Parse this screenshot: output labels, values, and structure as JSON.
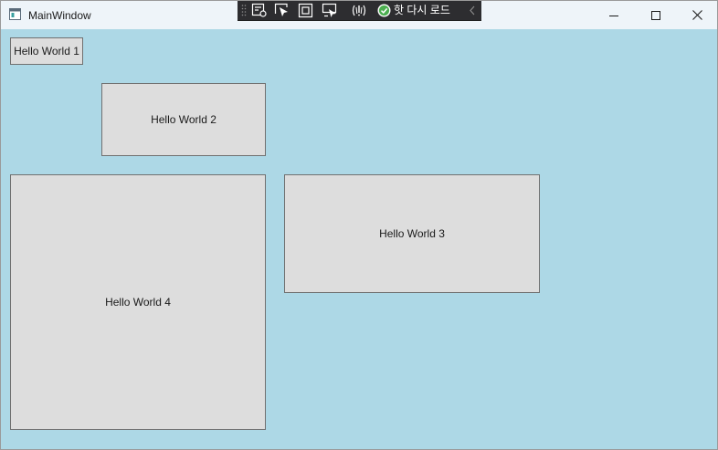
{
  "window": {
    "title": "MainWindow",
    "icon": "app-window-icon",
    "background": "#add8e6"
  },
  "caption_buttons": {
    "minimize_icon": "minimize-icon",
    "maximize_icon": "maximize-icon",
    "close_icon": "close-icon"
  },
  "devtools_toolbar": {
    "tools": [
      "live-visual-tree-icon",
      "select-element-icon",
      "display-layout-adorners-icon",
      "track-focus-icon",
      "binding-failures-icon"
    ],
    "hot_reload_label": "핫 다시 로드",
    "hot_reload_icon": "hot-reload-check-icon",
    "collapse_icon": "chevron-left-icon",
    "background": "#2d2d30",
    "status_color": "#4caf50"
  },
  "buttons": [
    {
      "label": "Hello World 1"
    },
    {
      "label": "Hello World 2"
    },
    {
      "label": "Hello World 3"
    },
    {
      "label": "Hello World 4"
    }
  ]
}
